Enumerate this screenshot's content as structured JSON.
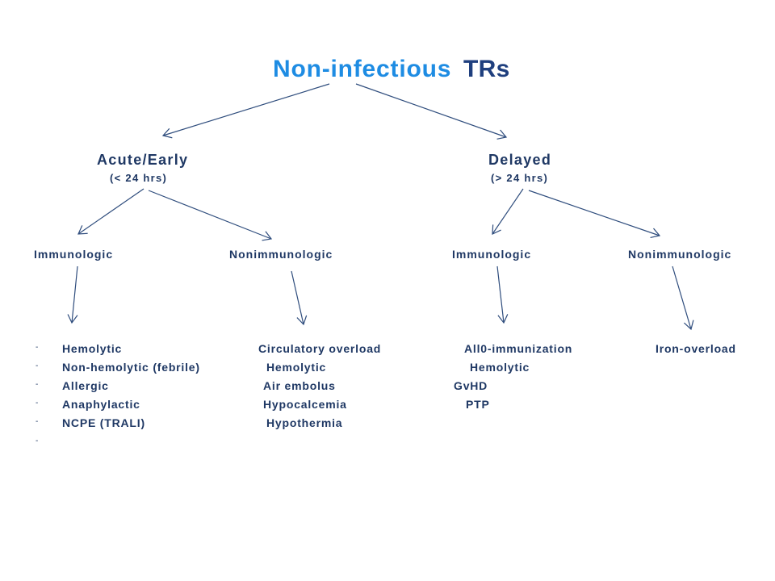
{
  "title": {
    "accent": "Non-infectious",
    "rest": "TRs"
  },
  "branches": [
    {
      "label": "Acute/Early",
      "timeframe": "(< 24 hrs)",
      "categories": [
        {
          "label": "Immunologic",
          "items": [
            "Hemolytic",
            "Non-hemolytic (febrile)",
            "Allergic",
            "Anaphylactic",
            "NCPE (TRALI)",
            ""
          ]
        },
        {
          "label": "Nonimmunologic",
          "items": [
            "Circulatory overload",
            "Hemolytic",
            "Air embolus",
            "Hypocalcemia",
            "Hypothermia"
          ]
        }
      ]
    },
    {
      "label": "Delayed",
      "timeframe": "(> 24 hrs)",
      "categories": [
        {
          "label": "Immunologic",
          "items": [
            "All0-immunization",
            "Hemolytic",
            "GvHD",
            "PTP"
          ]
        },
        {
          "label": "Nonimmunologic",
          "items": [
            "Iron-overload"
          ]
        }
      ]
    }
  ],
  "colors": {
    "title_accent": "#1e8ce3",
    "title_dark": "#1f3f7e",
    "text": "#1f3864",
    "lines": "#2f4d7d",
    "background": "#ffffff"
  }
}
